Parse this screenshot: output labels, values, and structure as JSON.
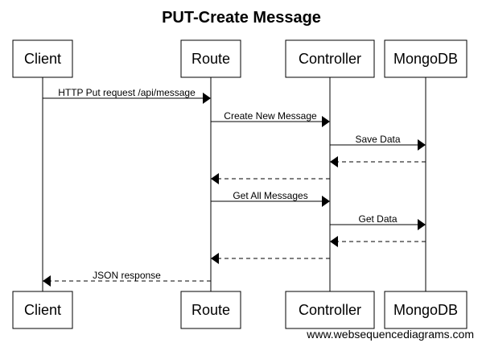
{
  "title": "PUT-Create Message",
  "participants": [
    {
      "id": "client",
      "label": "Client"
    },
    {
      "id": "route",
      "label": "Route"
    },
    {
      "id": "controller",
      "label": "Controller"
    },
    {
      "id": "mongodb",
      "label": "MongoDB"
    }
  ],
  "messages": [
    {
      "from": "client",
      "to": "route",
      "label": "HTTP Put request /api/message",
      "style": "solid"
    },
    {
      "from": "route",
      "to": "controller",
      "label": "Create New Message",
      "style": "solid"
    },
    {
      "from": "controller",
      "to": "mongodb",
      "label": "Save Data",
      "style": "solid"
    },
    {
      "from": "mongodb",
      "to": "controller",
      "label": "",
      "style": "dashed"
    },
    {
      "from": "controller",
      "to": "route",
      "label": "",
      "style": "dashed"
    },
    {
      "from": "route",
      "to": "controller",
      "label": "Get All Messages",
      "style": "solid"
    },
    {
      "from": "controller",
      "to": "mongodb",
      "label": "Get Data",
      "style": "solid"
    },
    {
      "from": "mongodb",
      "to": "controller",
      "label": "",
      "style": "dashed"
    },
    {
      "from": "controller",
      "to": "route",
      "label": "",
      "style": "dashed"
    },
    {
      "from": "route",
      "to": "client",
      "label": "JSON response",
      "style": "dashed"
    }
  ],
  "watermark": "www.websequencediagrams.com"
}
